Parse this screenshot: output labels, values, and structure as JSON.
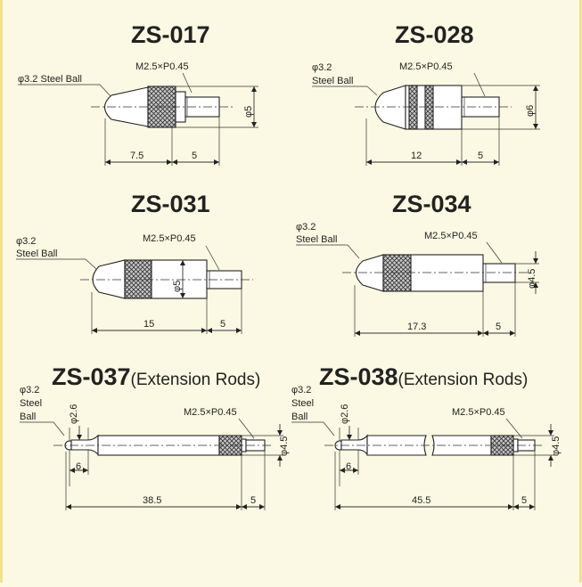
{
  "items": [
    {
      "title": "ZS-017",
      "ball": "φ3.2 Steel Ball",
      "thread": "M2.5×P0.45",
      "dim_a": "7.5",
      "dim_b": "5",
      "dia": "φ5"
    },
    {
      "title": "ZS-028",
      "ball_l1": "φ3.2",
      "ball_l2": "Steel Ball",
      "thread": "M2.5×P0.45",
      "dim_a": "12",
      "dim_b": "5",
      "dia": "φ6"
    },
    {
      "title": "ZS-031",
      "ball_l1": "φ3.2",
      "ball_l2": "Steel Ball",
      "thread": "M2.5×P0.45",
      "dim_a": "15",
      "dim_b": "5",
      "dia": "φ5"
    },
    {
      "title": "ZS-034",
      "ball_l1": "φ3.2",
      "ball_l2": "Steel Ball",
      "thread": "M2.5×P0.45",
      "dim_a": "17.3",
      "dim_b": "5",
      "dia": "φ4.5"
    },
    {
      "title": "ZS-037",
      "subtitle": "(Extension Rods)",
      "ball_l1": "φ3.2",
      "ball_l2": "Steel",
      "ball_l3": "Ball",
      "tip_dia": "φ2.6",
      "thread": "M2.5×P0.45",
      "dim_tip": "6",
      "dim_a": "38.5",
      "dim_b": "5",
      "dia": "φ4.5"
    },
    {
      "title": "ZS-038",
      "subtitle": "(Extension Rods)",
      "ball_l1": "φ3.2",
      "ball_l2": "Steel",
      "ball_l3": "Ball",
      "tip_dia": "φ2.6",
      "thread": "M2.5×P0.45",
      "dim_tip": "6",
      "dim_a": "45.5",
      "dim_b": "5",
      "dia": "φ4.5"
    }
  ]
}
